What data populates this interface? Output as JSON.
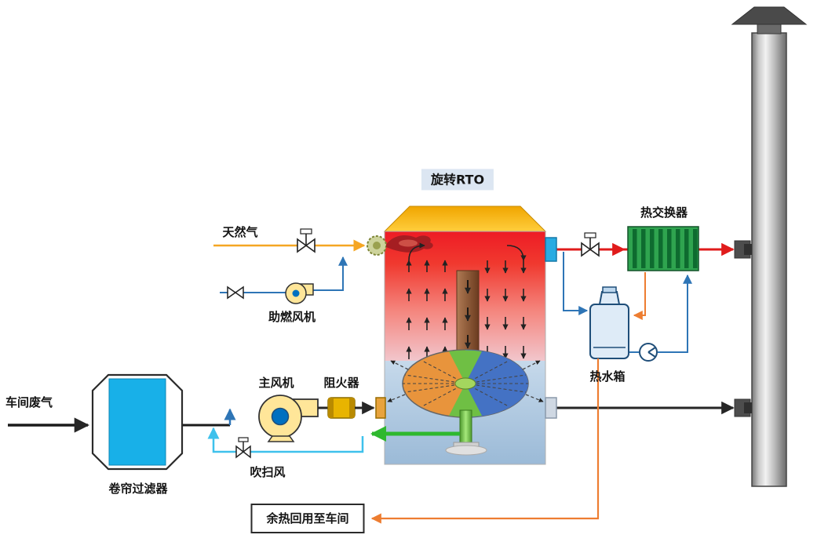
{
  "diagram": {
    "labels": {
      "rto_title": "旋转RTO",
      "natural_gas": "天然气",
      "combustion_fan": "助燃风机",
      "main_fan": "主风机",
      "flame_arrester": "阻火器",
      "purge_air": "吹扫风",
      "workshop_exhaust": "车间废气",
      "curtain_filter": "卷帘过滤器",
      "heat_exchanger": "热交换器",
      "hot_water_tank": "热水箱",
      "heat_recycle": "余热回用至车间"
    },
    "colors": {
      "natural_gas_line": "#F5A623",
      "combustion_air_line": "#2E75B6",
      "hot_gas_line": "#E01B1B",
      "clean_exhaust_line": "#262626",
      "purge_air_line": "#3EC1EC",
      "purge_green_duct": "#2EB82E",
      "water_line": "#2E75B6",
      "heat_recovery_line": "#ED7D31",
      "heat_exchanger_green": "#2FA44F",
      "filter_blue": "#18B0E8",
      "fan_yellow": "#FFE699",
      "rto_hot_zone": "#EE1C25",
      "rto_cold_zone": "#AFC8E1",
      "wheel_orange": "#E8943C",
      "wheel_blue": "#4472C4",
      "wheel_green": "#6FBF44"
    }
  }
}
